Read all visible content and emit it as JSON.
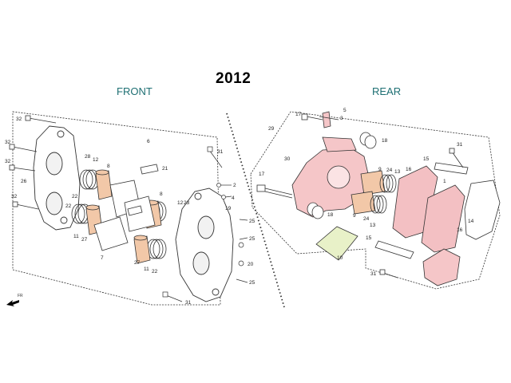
{
  "header": {
    "year": "2012",
    "front": "FRONT",
    "rear": "REAR"
  },
  "direction": {
    "label": "FR",
    "icon": "arrow-left-down-icon"
  },
  "colors": {
    "front_label": "#1e6f73",
    "rear_part_fill": "#f5c6c8",
    "piston_fill": "#f2c8a8",
    "pad_fill": "#f3c0c3",
    "shim_fill": "#e8f1c8",
    "line": "#333333"
  },
  "callouts": {
    "front": [
      "32",
      "32",
      "32",
      "32",
      "26",
      "28",
      "12",
      "8",
      "6",
      "21",
      "31",
      "22",
      "22",
      "11",
      "27",
      "7",
      "8",
      "12",
      "23",
      "2",
      "4",
      "19",
      "25",
      "25",
      "27",
      "11",
      "22",
      "20",
      "25",
      "31"
    ],
    "rear": [
      "5",
      "3",
      "17",
      "29",
      "18",
      "30",
      "9",
      "24",
      "13",
      "16",
      "15",
      "31",
      "1",
      "17",
      "18",
      "9",
      "24",
      "13",
      "14",
      "16",
      "15",
      "10",
      "31"
    ]
  }
}
